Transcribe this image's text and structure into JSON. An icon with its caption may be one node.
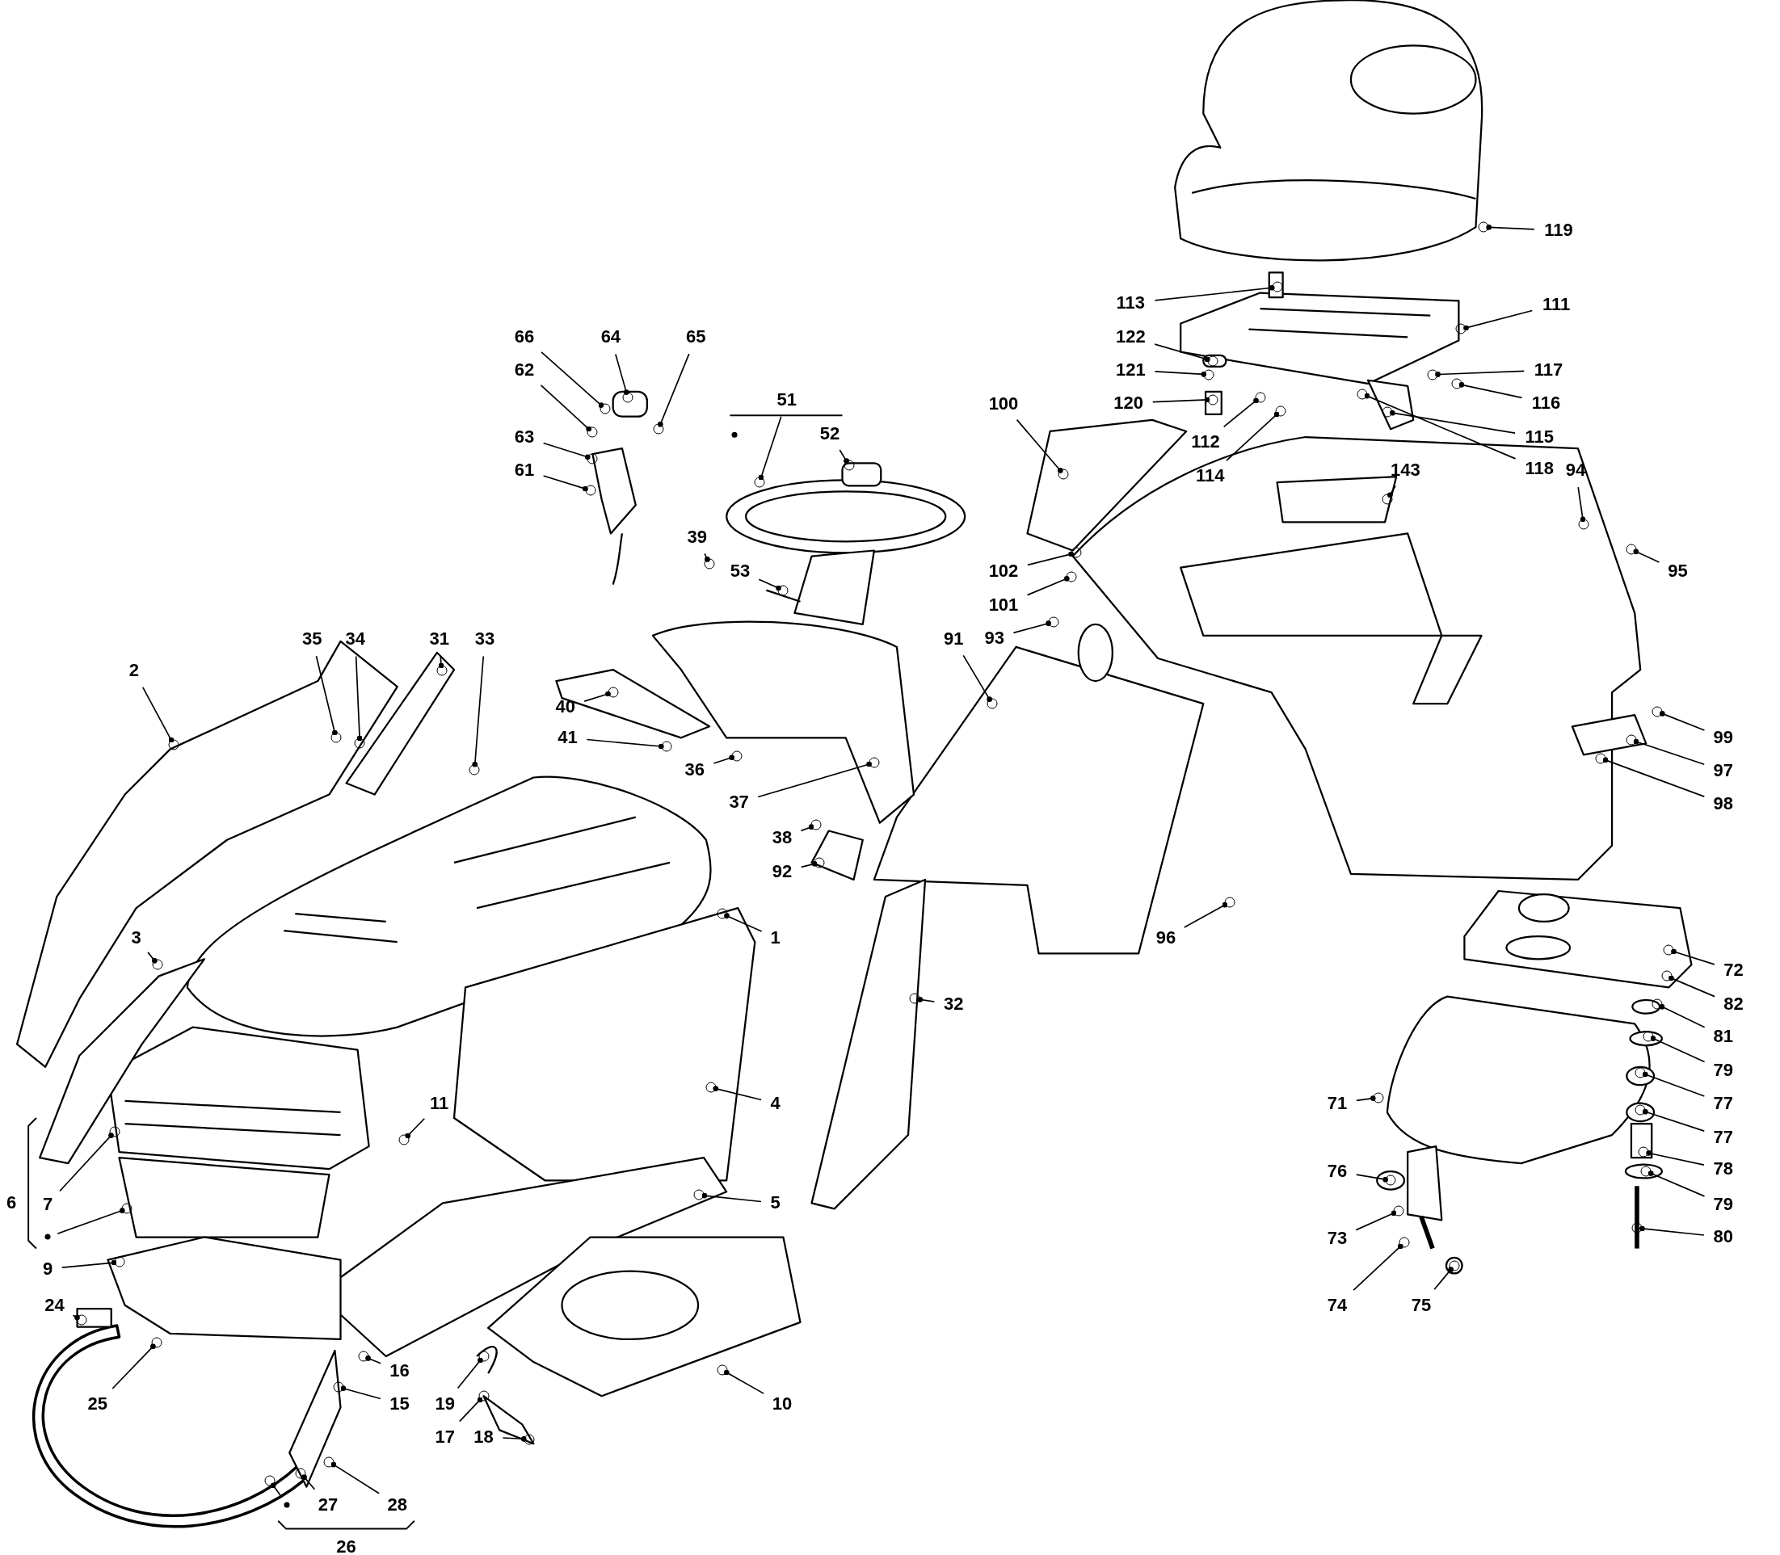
{
  "diagram": {
    "nodes": [
      {
        "text": [
          "119"
        ]
      },
      {
        "text": [
          "113"
        ]
      },
      {
        "text": [
          "111"
        ]
      },
      {
        "text": [
          "66"
        ]
      },
      {
        "text": [
          "64"
        ]
      },
      {
        "text": [
          "65"
        ]
      },
      {
        "text": [
          "122"
        ]
      },
      {
        "text": [
          "62"
        ]
      },
      {
        "text": [
          "121"
        ]
      },
      {
        "text": [
          "117"
        ]
      },
      {
        "text": [
          "51"
        ]
      },
      {
        "text": [
          "100"
        ]
      },
      {
        "text": [
          "120"
        ]
      },
      {
        "text": [
          "116"
        ]
      },
      {
        "text": [
          "52"
        ]
      },
      {
        "text": [
          "112"
        ]
      },
      {
        "text": [
          "63"
        ]
      },
      {
        "text": [
          "115"
        ]
      },
      {
        "text": [
          "61"
        ]
      },
      {
        "text": [
          "114"
        ]
      },
      {
        "text": [
          "143"
        ]
      },
      {
        "text": [
          "118"
        ]
      },
      {
        "text": [
          "94"
        ]
      },
      {
        "text": [
          "39"
        ]
      },
      {
        "text": [
          "53"
        ]
      },
      {
        "text": [
          "102"
        ]
      },
      {
        "text": [
          "95"
        ]
      },
      {
        "text": [
          "101"
        ]
      },
      {
        "text": [
          "35"
        ]
      },
      {
        "text": [
          "34"
        ]
      },
      {
        "text": [
          "31"
        ]
      },
      {
        "text": [
          "33"
        ]
      },
      {
        "text": [
          "91"
        ]
      },
      {
        "text": [
          "93"
        ]
      },
      {
        "text": [
          "2"
        ]
      },
      {
        "text": [
          "40"
        ]
      },
      {
        "text": [
          "99"
        ]
      },
      {
        "text": [
          "41"
        ]
      },
      {
        "text": [
          "36"
        ]
      },
      {
        "text": [
          "97"
        ]
      },
      {
        "text": [
          "37"
        ]
      },
      {
        "text": [
          "98"
        ]
      },
      {
        "text": [
          "38"
        ]
      },
      {
        "text": [
          "92"
        ]
      },
      {
        "text": [
          "3"
        ]
      },
      {
        "text": [
          "1"
        ]
      },
      {
        "text": [
          "96"
        ]
      },
      {
        "text": [
          "72"
        ]
      },
      {
        "text": [
          "82"
        ]
      },
      {
        "text": [
          "32"
        ]
      },
      {
        "text": [
          "81"
        ]
      },
      {
        "text": [
          "79"
        ]
      },
      {
        "text": [
          "4"
        ]
      },
      {
        "text": [
          "11"
        ]
      },
      {
        "text": [
          "71"
        ]
      },
      {
        "text": [
          "77"
        ]
      },
      {
        "text": [
          "77"
        ]
      },
      {
        "text": [
          "78"
        ]
      },
      {
        "text": [
          "76"
        ]
      },
      {
        "text": [
          "6"
        ]
      },
      {
        "text": [
          "7"
        ]
      },
      {
        "text": [
          "5"
        ]
      },
      {
        "text": [
          "79"
        ]
      },
      {
        "text": [
          "80"
        ]
      },
      {
        "text": [
          "73"
        ]
      },
      {
        "text": [
          "9"
        ]
      },
      {
        "text": [
          "24"
        ]
      },
      {
        "text": [
          "74"
        ]
      },
      {
        "text": [
          "75"
        ]
      },
      {
        "text": [
          "16"
        ]
      },
      {
        "text": [
          "25"
        ]
      },
      {
        "text": [
          "15"
        ]
      },
      {
        "text": [
          "19"
        ]
      },
      {
        "text": [
          "10"
        ]
      },
      {
        "text": [
          "17"
        ]
      },
      {
        "text": [
          "18"
        ]
      },
      {
        "text": [
          "27"
        ]
      },
      {
        "text": [
          "28"
        ]
      },
      {
        "text": [
          "26"
        ]
      },
      {
        "text": [],
        "shape": "circle"
      },
      {
        "text": [],
        "shape": "circle"
      },
      {
        "text": [],
        "shape": "circle"
      },
      {
        "text": [],
        "shape": "circle"
      },
      {
        "text": [],
        "shape": "circle"
      },
      {
        "text": [],
        "shape": "circle"
      },
      {
        "text": [],
        "shape": "circle"
      },
      {
        "text": [],
        "shape": "circle"
      },
      {
        "text": [],
        "shape": "circle"
      },
      {
        "text": [],
        "shape": "circle"
      },
      {
        "text": [],
        "shape": "circle"
      },
      {
        "text": [],
        "shape": "circle"
      },
      {
        "text": [],
        "shape": "circle"
      },
      {
        "text": [],
        "shape": "circle"
      },
      {
        "text": [],
        "shape": "circle"
      },
      {
        "text": [],
        "shape": "circle"
      },
      {
        "text": [],
        "shape": "circle"
      },
      {
        "text": [],
        "shape": "circle"
      },
      {
        "text": [],
        "shape": "circle"
      },
      {
        "text": [],
        "shape": "circle"
      },
      {
        "text": [],
        "shape": "circle"
      },
      {
        "text": [],
        "shape": "circle"
      },
      {
        "text": [],
        "shape": "circle"
      },
      {
        "text": [],
        "shape": "circle"
      },
      {
        "text": [],
        "shape": "circle"
      },
      {
        "text": [],
        "shape": "circle"
      },
      {
        "text": [],
        "shape": "circle"
      },
      {
        "text": [],
        "shape": "circle"
      },
      {
        "text": [],
        "shape": "circle"
      },
      {
        "text": [],
        "shape": "circle"
      },
      {
        "text": [],
        "shape": "circle"
      },
      {
        "text": [],
        "shape": "circle"
      },
      {
        "text": [],
        "shape": "circle"
      },
      {
        "text": [],
        "shape": "circle"
      },
      {
        "text": [],
        "shape": "circle"
      },
      {
        "text": [],
        "shape": "circle"
      },
      {
        "text": [],
        "shape": "circle"
      },
      {
        "text": [],
        "shape": "circle"
      },
      {
        "text": [],
        "shape": "circle"
      },
      {
        "text": [],
        "shape": "circle"
      },
      {
        "text": [],
        "shape": "circle"
      },
      {
        "text": [],
        "shape": "circle"
      },
      {
        "text": [],
        "shape": "circle"
      },
      {
        "text": [],
        "shape": "circle"
      },
      {
        "text": [],
        "shape": "circle"
      },
      {
        "text": [],
        "shape": "circle"
      },
      {
        "text": [],
        "shape": "circle"
      },
      {
        "text": [],
        "shape": "circle"
      },
      {
        "text": [],
        "shape": "circle"
      },
      {
        "text": [],
        "shape": "circle"
      },
      {
        "text": [],
        "shape": "circle"
      },
      {
        "text": [],
        "shape": "circle"
      },
      {
        "text": [],
        "shape": "circle"
      },
      {
        "text": [],
        "shape": "circle"
      },
      {
        "text": [],
        "shape": "circle"
      },
      {
        "text": [],
        "shape": "circle"
      },
      {
        "text": [],
        "shape": "circle"
      },
      {
        "text": [],
        "shape": "circle"
      },
      {
        "text": [],
        "shape": "circle"
      },
      {
        "text": [],
        "shape": "circle"
      },
      {
        "text": [],
        "shape": "circle"
      },
      {
        "text": [],
        "shape": "circle"
      },
      {
        "text": [],
        "shape": "circle"
      },
      {
        "text": [],
        "shape": "circle"
      },
      {
        "text": [],
        "shape": "circle"
      },
      {
        "text": [],
        "shape": "circle"
      },
      {
        "text": [],
        "shape": "circle"
      },
      {
        "text": [],
        "shape": "circle"
      },
      {
        "text": [],
        "shape": "circle"
      },
      {
        "text": [],
        "shape": "circle"
      },
      {
        "text": [],
        "shape": "circle"
      },
      {
        "text": [],
        "shape": "circle"
      },
      {
        "text": [],
        "shape": "circle"
      },
      {
        "text": [],
        "shape": "circle"
      },
      {
        "text": [],
        "shape": "circle"
      },
      {
        "text": [],
        "shape": "circle"
      },
      {
        "text": [],
        "shape": "circle"
      },
      {
        "text": [],
        "shape": "circle"
      },
      {
        "text": [],
        "shape": "circle"
      },
      {
        "text": [],
        "shape": "circle"
      },
      {
        "text": [],
        "shape": "circle"
      }
    ],
    "edges": [
      {
        "from": 0,
        "to": 81,
        "arrow": "other"
      },
      {
        "from": 1,
        "to": 82,
        "arrow": "other"
      },
      {
        "from": 2,
        "to": 83,
        "arrow": "other"
      },
      {
        "from": 3,
        "to": 84,
        "arrow": "other"
      },
      {
        "from": 4,
        "to": 85,
        "arrow": "other"
      },
      {
        "from": 5,
        "to": 86,
        "arrow": "other"
      },
      {
        "from": 6,
        "to": 87,
        "arrow": "other"
      },
      {
        "from": 7,
        "to": 88,
        "arrow": "other"
      },
      {
        "from": 8,
        "to": 89,
        "arrow": "other"
      },
      {
        "from": 9,
        "to": 90,
        "arrow": "other"
      },
      {
        "from": 10,
        "to": 91,
        "arrow": "other"
      },
      {
        "from": 11,
        "to": 92,
        "arrow": "other"
      },
      {
        "from": 12,
        "to": 93,
        "arrow": "other"
      },
      {
        "from": 13,
        "to": 94,
        "arrow": "other"
      },
      {
        "from": 14,
        "to": 95,
        "arrow": "other"
      },
      {
        "from": 15,
        "to": 96,
        "arrow": "other"
      },
      {
        "from": 16,
        "to": 97,
        "arrow": "other"
      },
      {
        "from": 17,
        "to": 98,
        "arrow": "other"
      },
      {
        "from": 18,
        "to": 99,
        "arrow": "other"
      },
      {
        "from": 19,
        "to": 100,
        "arrow": "other"
      },
      {
        "from": 20,
        "to": 101,
        "arrow": "other"
      },
      {
        "from": 21,
        "to": 102,
        "arrow": "other"
      },
      {
        "from": 22,
        "to": 103,
        "arrow": "other"
      },
      {
        "from": 23,
        "to": 104,
        "arrow": "other"
      },
      {
        "from": 24,
        "to": 105,
        "arrow": "other"
      },
      {
        "from": 25,
        "to": 106,
        "arrow": "other"
      },
      {
        "from": 26,
        "to": 107,
        "arrow": "other"
      },
      {
        "from": 27,
        "to": 108,
        "arrow": "other"
      },
      {
        "from": 28,
        "to": 109,
        "arrow": "other"
      },
      {
        "from": 29,
        "to": 110,
        "arrow": "other"
      },
      {
        "from": 30,
        "to": 111,
        "arrow": "other"
      },
      {
        "from": 31,
        "to": 112,
        "arrow": "other"
      },
      {
        "from": 32,
        "to": 113,
        "arrow": "other"
      },
      {
        "from": 33,
        "to": 114,
        "arrow": "other"
      },
      {
        "from": 34,
        "to": 115,
        "arrow": "other"
      },
      {
        "from": 35,
        "to": 116,
        "arrow": "other"
      },
      {
        "from": 36,
        "to": 117,
        "arrow": "other"
      },
      {
        "from": 37,
        "to": 118,
        "arrow": "other"
      },
      {
        "from": 38,
        "to": 119,
        "arrow": "other"
      },
      {
        "from": 39,
        "to": 120,
        "arrow": "other"
      },
      {
        "from": 40,
        "to": 121,
        "arrow": "other"
      },
      {
        "from": 41,
        "to": 122,
        "arrow": "other"
      },
      {
        "from": 42,
        "to": 123,
        "arrow": "other"
      },
      {
        "from": 43,
        "to": 124,
        "arrow": "other"
      },
      {
        "from": 44,
        "to": 125,
        "arrow": "other"
      },
      {
        "from": 45,
        "to": 126,
        "arrow": "other"
      },
      {
        "from": 46,
        "to": 127,
        "arrow": "other"
      },
      {
        "from": 47,
        "to": 128,
        "arrow": "other"
      },
      {
        "from": 48,
        "to": 129,
        "arrow": "other"
      },
      {
        "from": 49,
        "to": 130,
        "arrow": "other"
      },
      {
        "from": 50,
        "to": 131,
        "arrow": "other"
      },
      {
        "from": 51,
        "to": 132,
        "arrow": "other"
      },
      {
        "from": 52,
        "to": 133,
        "arrow": "other"
      },
      {
        "from": 53,
        "to": 134,
        "arrow": "other"
      },
      {
        "from": 54,
        "to": 135,
        "arrow": "other"
      },
      {
        "from": 55,
        "to": 136,
        "arrow": "other"
      },
      {
        "from": 56,
        "to": 137,
        "arrow": "other"
      },
      {
        "from": 57,
        "to": 138,
        "arrow": "other"
      },
      {
        "from": 58,
        "to": 139,
        "arrow": "other"
      },
      {
        "from": 60,
        "to": 140,
        "arrow": "other"
      },
      {
        "from": 61,
        "to": 141,
        "arrow": "other"
      },
      {
        "from": 62,
        "to": 142,
        "arrow": "other"
      },
      {
        "from": 63,
        "to": 143,
        "arrow": "other"
      },
      {
        "from": 64,
        "to": 144,
        "arrow": "other"
      },
      {
        "from": 65,
        "to": 145,
        "arrow": "other"
      },
      {
        "from": 66,
        "to": 146,
        "arrow": "other"
      },
      {
        "from": 67,
        "to": 147,
        "arrow": "other"
      },
      {
        "from": 68,
        "to": 148,
        "arrow": "other"
      },
      {
        "from": 69,
        "to": 149,
        "arrow": "other"
      },
      {
        "from": 70,
        "to": 150,
        "arrow": "other"
      },
      {
        "from": 71,
        "to": 151,
        "arrow": "other"
      },
      {
        "from": 72,
        "to": 152,
        "arrow": "other"
      },
      {
        "from": 73,
        "to": 153,
        "arrow": "other"
      },
      {
        "from": 74,
        "to": 154,
        "arrow": "other"
      },
      {
        "from": 75,
        "to": 155,
        "arrow": "other"
      },
      {
        "from": 76,
        "to": 156,
        "arrow": "other"
      },
      {
        "from": 77,
        "to": 157,
        "arrow": "other"
      },
      {
        "from": 79,
        "to": 158,
        "arrow": "other"
      },
      {
        "from": 80,
        "to": 159,
        "arrow": "other"
      }
    ]
  }
}
